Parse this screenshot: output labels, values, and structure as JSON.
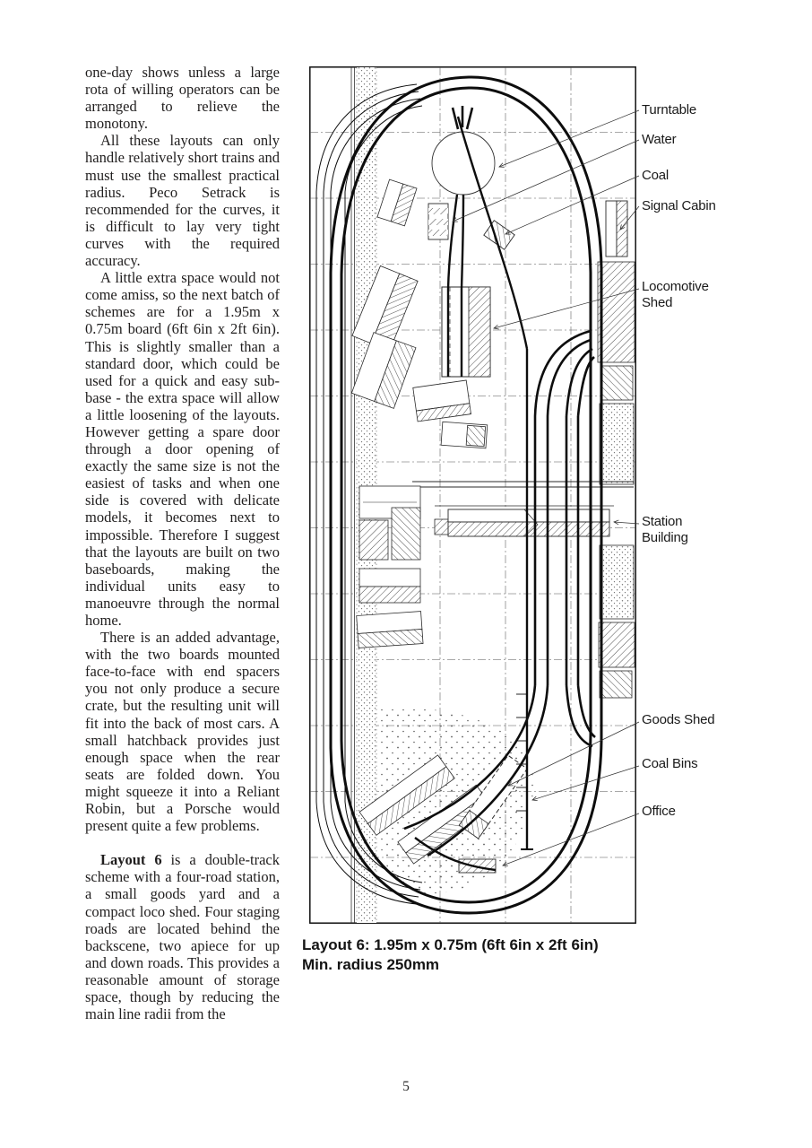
{
  "page": {
    "number": "5"
  },
  "article": {
    "paragraphs": [
      {
        "text": "one-day shows unless a large rota of willing operators can be arranged to relieve the monotony."
      },
      {
        "text": "All these layouts can only handle relatively short trains and must use the smallest practical radius. Peco Setrack is recommended for the curves, it is difficult to lay very tight curves with the required accuracy."
      },
      {
        "text": "A little extra space would not come amiss, so the next batch of schemes are for a 1.95m x 0.75m board (6ft 6in x 2ft 6in). This is slightly smaller than a standard door, which could be used for a quick and easy sub-base - the extra space will allow a little loosening of the layouts. However getting a spare door through a door opening of exactly the same size is not the easiest of tasks and when one side is covered with delicate models, it becomes next to impossible. Therefore I suggest that the layouts are built on two base­boards, making the individual units easy to manoeuvre through the normal home."
      },
      {
        "text": "There is an added advan­tage, with the two boards mounted face-to-face with end spacers you not only produce a secure crate, but the resulting unit will fit into the back of most cars. A small hatchback provides just enough space when the rear seats are folded down. You might squeeze it into a Reliant Robin, but a Porsche would present quite a few problems."
      }
    ],
    "layout6_lead": "Layout 6",
    "layout6_rest": " is a double-track scheme with a four-road sta­tion, a small goods yard and a compact loco shed. Four staging roads are located behind the backscene, two apiece for up and down roads. This provides a reason­able amount of storage space, though by reducing the main line radii from the"
  },
  "diagram": {
    "labels": [
      {
        "id": "turntable",
        "text": "Turntable"
      },
      {
        "id": "water",
        "text": "Water"
      },
      {
        "id": "coal",
        "text": "Coal"
      },
      {
        "id": "signal-cabin",
        "text": "Signal Cabin"
      },
      {
        "id": "locomotive-shed",
        "text": "Locomotive\nShed"
      },
      {
        "id": "station-building",
        "text": "Station\nBuilding"
      },
      {
        "id": "goods-shed",
        "text": "Goods Shed"
      },
      {
        "id": "coal-bins",
        "text": "Coal Bins"
      },
      {
        "id": "office",
        "text": "Office"
      }
    ],
    "caption_line1": "Layout 6: 1.95m x 0.75m (6ft 6in x 2ft 6in)",
    "caption_line2": "Min. radius 250mm",
    "ink_color": "#1a1a1a"
  }
}
